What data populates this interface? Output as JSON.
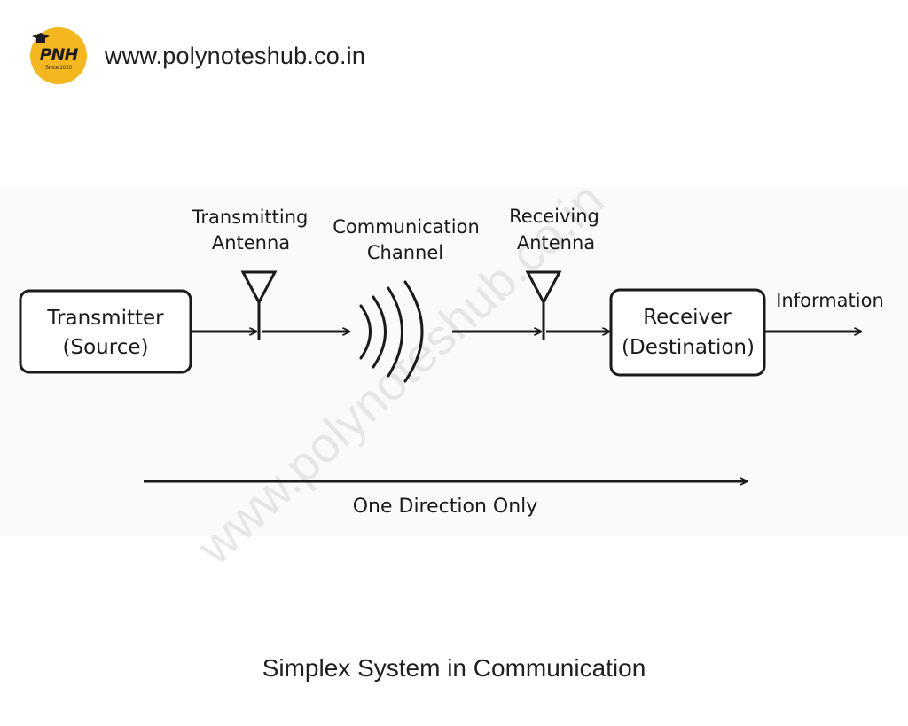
{
  "header": {
    "logo_text": "PNH",
    "logo_since": "Since 2020",
    "url": "www.polynoteshub.co.in"
  },
  "diagram": {
    "transmitter": {
      "line1": "Transmitter",
      "line2": "(Source)"
    },
    "transmitting_antenna": {
      "line1": "Transmitting",
      "line2": "Antenna"
    },
    "channel": {
      "line1": "Communication",
      "line2": "Channel"
    },
    "receiving_antenna": {
      "line1": "Receiving",
      "line2": "Antenna"
    },
    "receiver": {
      "line1": "Receiver",
      "line2": "(Destination)"
    },
    "output_label": "Information",
    "direction_label": "One Direction Only",
    "watermark": "www.polynoteshub.co.in"
  },
  "caption": "Simplex System in Communication"
}
